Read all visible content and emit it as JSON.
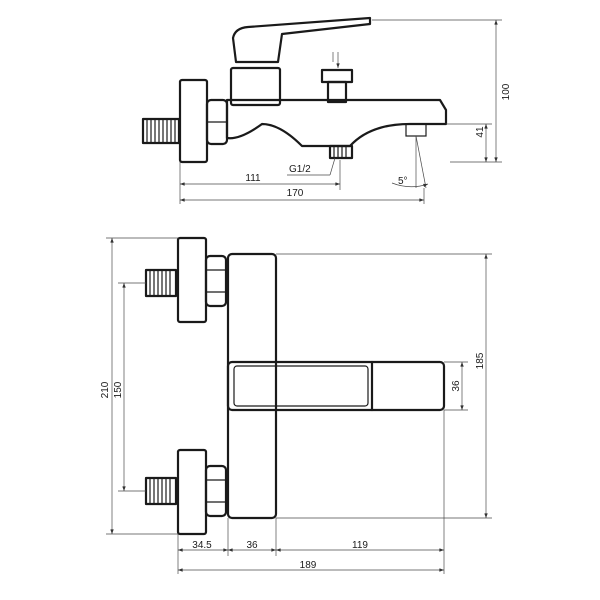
{
  "side_view": {
    "dims": {
      "h_total": "100",
      "h_spout": "41",
      "thread": "G1/2",
      "len_inlet": "111",
      "len_total": "170",
      "angle": "5°"
    }
  },
  "top_view": {
    "dims": {
      "h_total": "210",
      "centers": "150",
      "h_body": "185",
      "lever_w": "36",
      "w_inlet": "34.5",
      "w_body": "36",
      "w_lever": "119",
      "w_total": "189"
    }
  },
  "colors": {
    "line": "#1a1a1a",
    "dimension": "#4a4a4a",
    "background": "#ffffff"
  }
}
